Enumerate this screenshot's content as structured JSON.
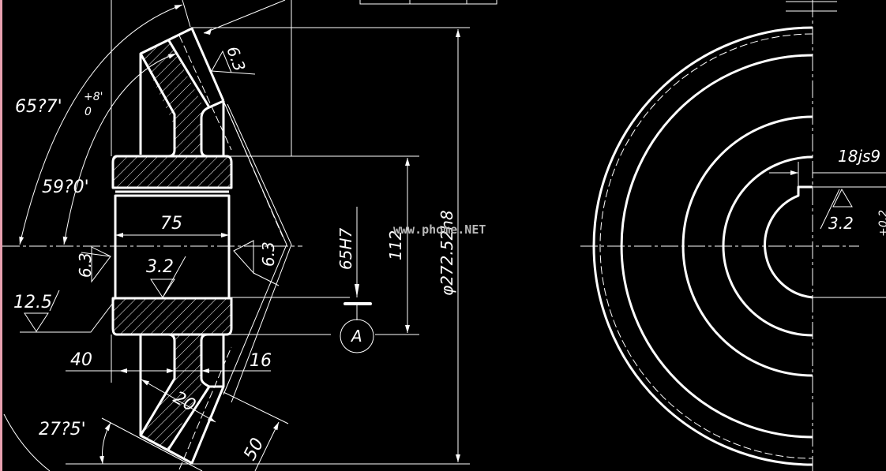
{
  "drawing": {
    "title": "Bevel gear engineering drawing",
    "background": "#000000",
    "line_color": "#ffffff",
    "border_color": "#e8a0b0"
  },
  "section_view": {
    "angles": {
      "face_angle": "65?7'",
      "face_tol_upper": "+8'",
      "face_tol_lower": "0",
      "pitch_angle": "59?0'",
      "back_angle": "27?5'"
    },
    "dimensions": {
      "bore_length": "75",
      "hub_offset": "40",
      "rim_width": "16",
      "face_width": "20",
      "cone_distance": "50",
      "bore_diameter": "65H7",
      "hub_diameter": "112",
      "outer_diameter": "φ272.52h8"
    },
    "roughness": {
      "back_face": "6.3",
      "hub_left": "6.3",
      "hub_right": "6.3",
      "bore": "3.2",
      "general": "12.5"
    },
    "datum": "A"
  },
  "end_view": {
    "keyway_width": "18js9",
    "keyway_roughness": "3.2",
    "partial_dim": "+0.2"
  },
  "watermark": "www.phome.NET"
}
